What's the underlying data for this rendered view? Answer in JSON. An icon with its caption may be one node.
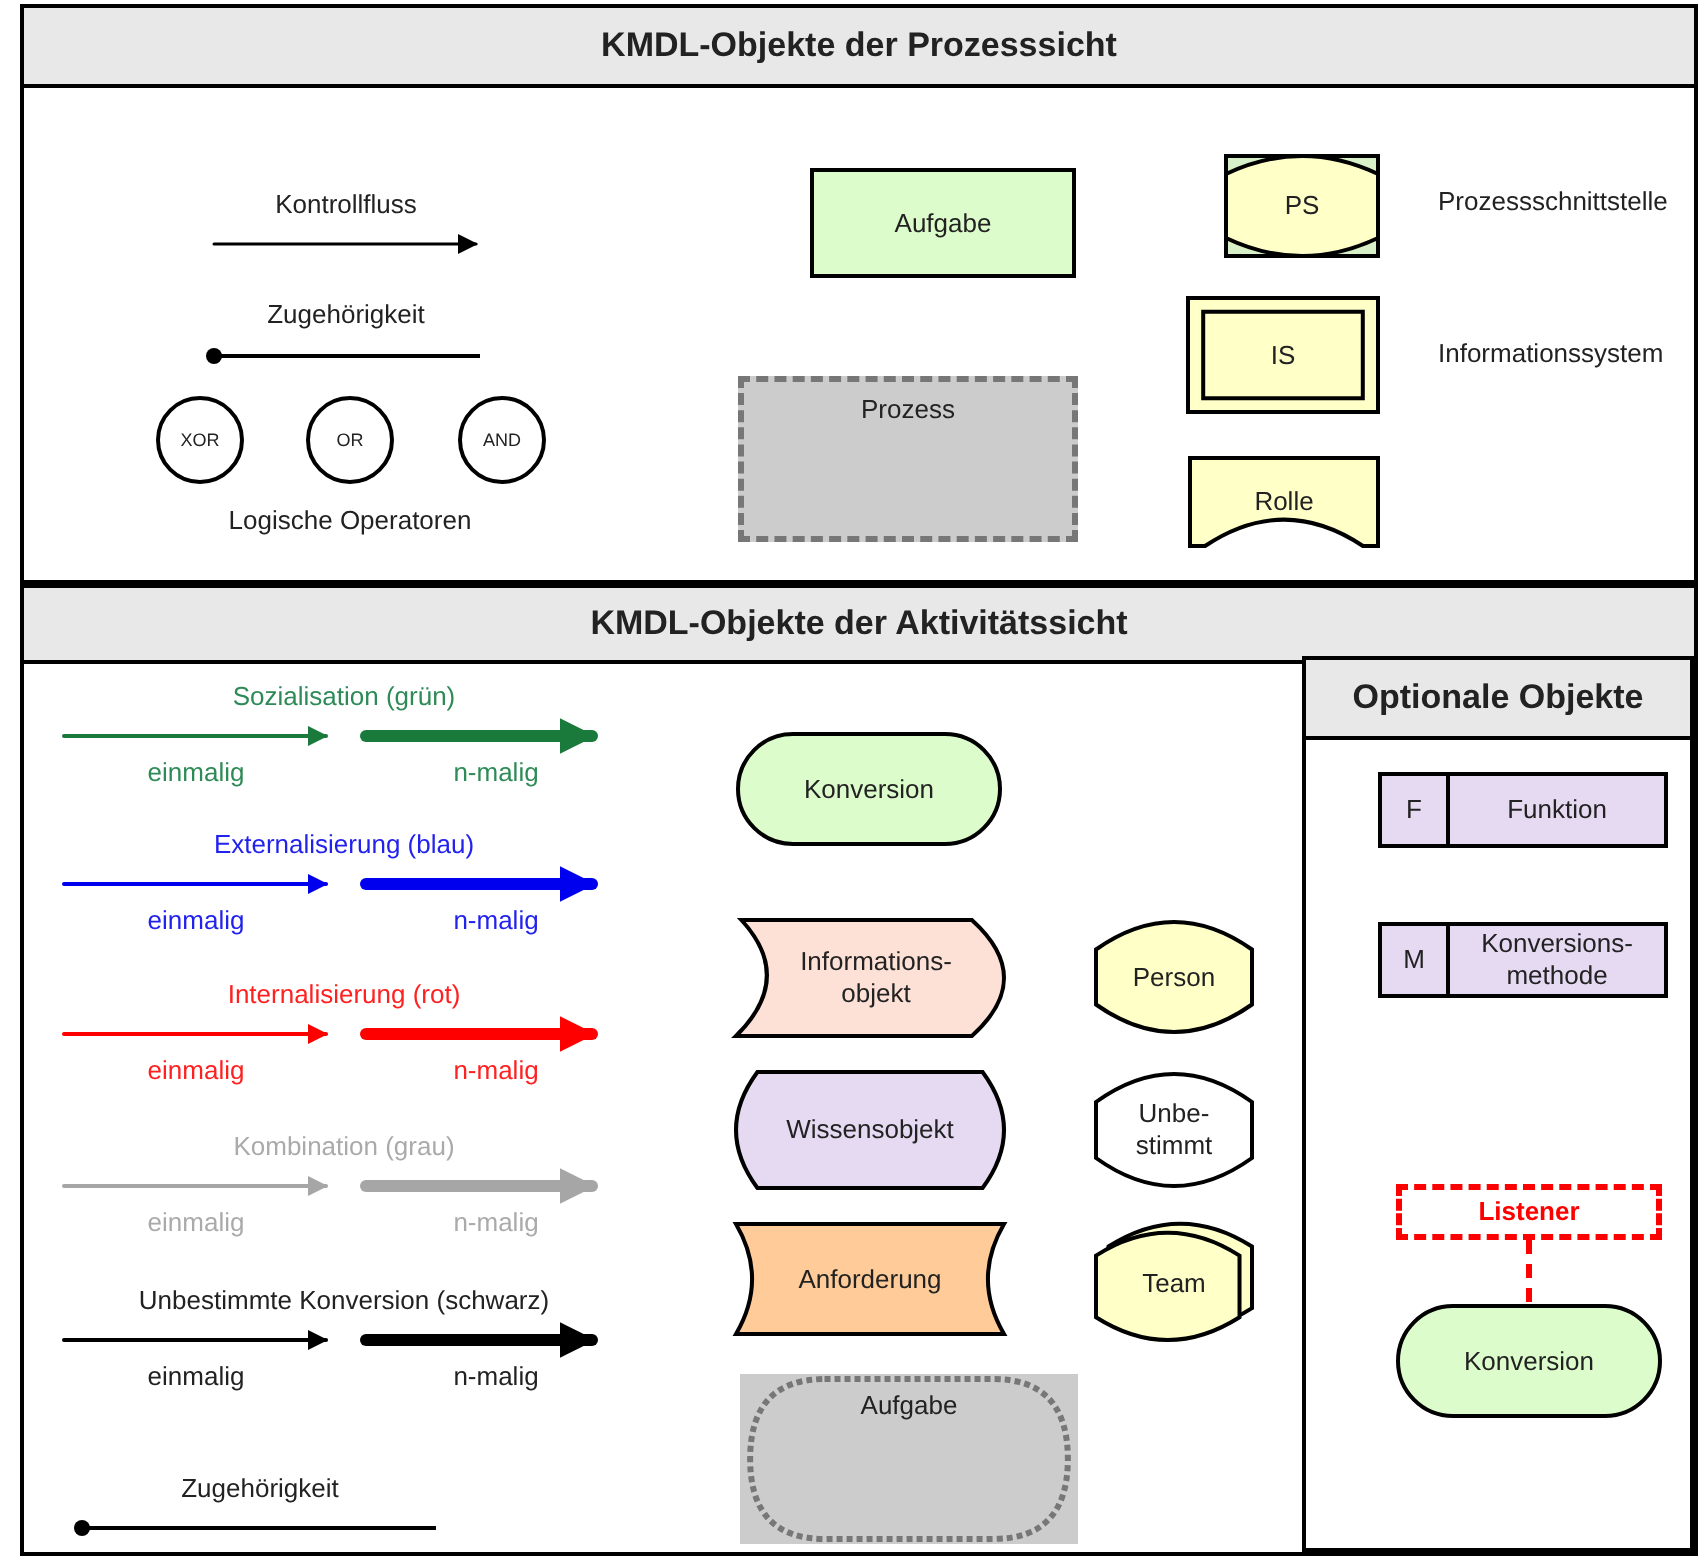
{
  "diagram": {
    "nodes": [
      {
        "text": [
          "KMDL-Objekte der Prozesssicht"
        ]
      },
      {
        "text": [
          "XOR"
        ],
        "in": 0
      },
      {
        "text": [
          "OR"
        ],
        "in": 0
      },
      {
        "text": [
          "AND"
        ],
        "in": 0
      },
      {
        "text": [
          "Aufgabe"
        ],
        "in": 0
      },
      {
        "text": [
          "Prozess"
        ],
        "in": 0
      },
      {
        "text": [
          "PS"
        ],
        "in": 0,
        "beside": [
          "Prozessschnittstelle"
        ]
      },
      {
        "text": [
          "IS"
        ],
        "in": 0,
        "beside": [
          "Informationssystem"
        ]
      },
      {
        "text": [
          "Rolle"
        ],
        "in": 0
      },
      {
        "text": [
          "KMDL-Objekte der Aktivitätssicht"
        ]
      },
      {
        "text": [
          "Konversion"
        ],
        "in": 9
      },
      {
        "text": [
          "Informations- objekt"
        ],
        "in": 9
      },
      {
        "text": [
          "Person"
        ],
        "in": 9
      },
      {
        "text": [
          "Wissensobjekt"
        ],
        "in": 9
      },
      {
        "text": [
          "Unbe- stimmt"
        ],
        "in": 9
      },
      {
        "text": [
          "Anforderung"
        ],
        "in": 9
      },
      {
        "text": [
          "Team"
        ],
        "in": 9
      },
      {
        "text": [
          "Aufgabe"
        ],
        "in": 9
      },
      {
        "text": [
          "Optionale Objekte"
        ],
        "in": 9
      },
      {
        "text": [
          "F",
          "Funktion"
        ],
        "in": 18
      },
      {
        "text": [
          "M",
          "Konversions- methode"
        ],
        "in": 18
      },
      {
        "text": [
          "Listener"
        ],
        "in": 18
      },
      {
        "text": [
          "Konversion"
        ],
        "in": 18
      }
    ],
    "edges": [
      {
        "from": 21,
        "to": 22,
        "arrow": "none",
        "style": "dashed",
        "color": "#ff0000"
      }
    ],
    "labels": [
      "Kontrollfluss",
      "Zugehörigkeit",
      "Logische Operatoren",
      "Sozialisation (grün)",
      "einmalig",
      "n-malig",
      "Externalisierung (blau)",
      "einmalig",
      "n-malig",
      "Internalisierung (rot)",
      "einmalig",
      "n-malig",
      "Kombination (grau)",
      "einmalig",
      "n-malig",
      "Unbestimmte Konversion (schwarz)",
      "einmalig",
      "n-malig",
      "Zugehörigkeit"
    ]
  }
}
